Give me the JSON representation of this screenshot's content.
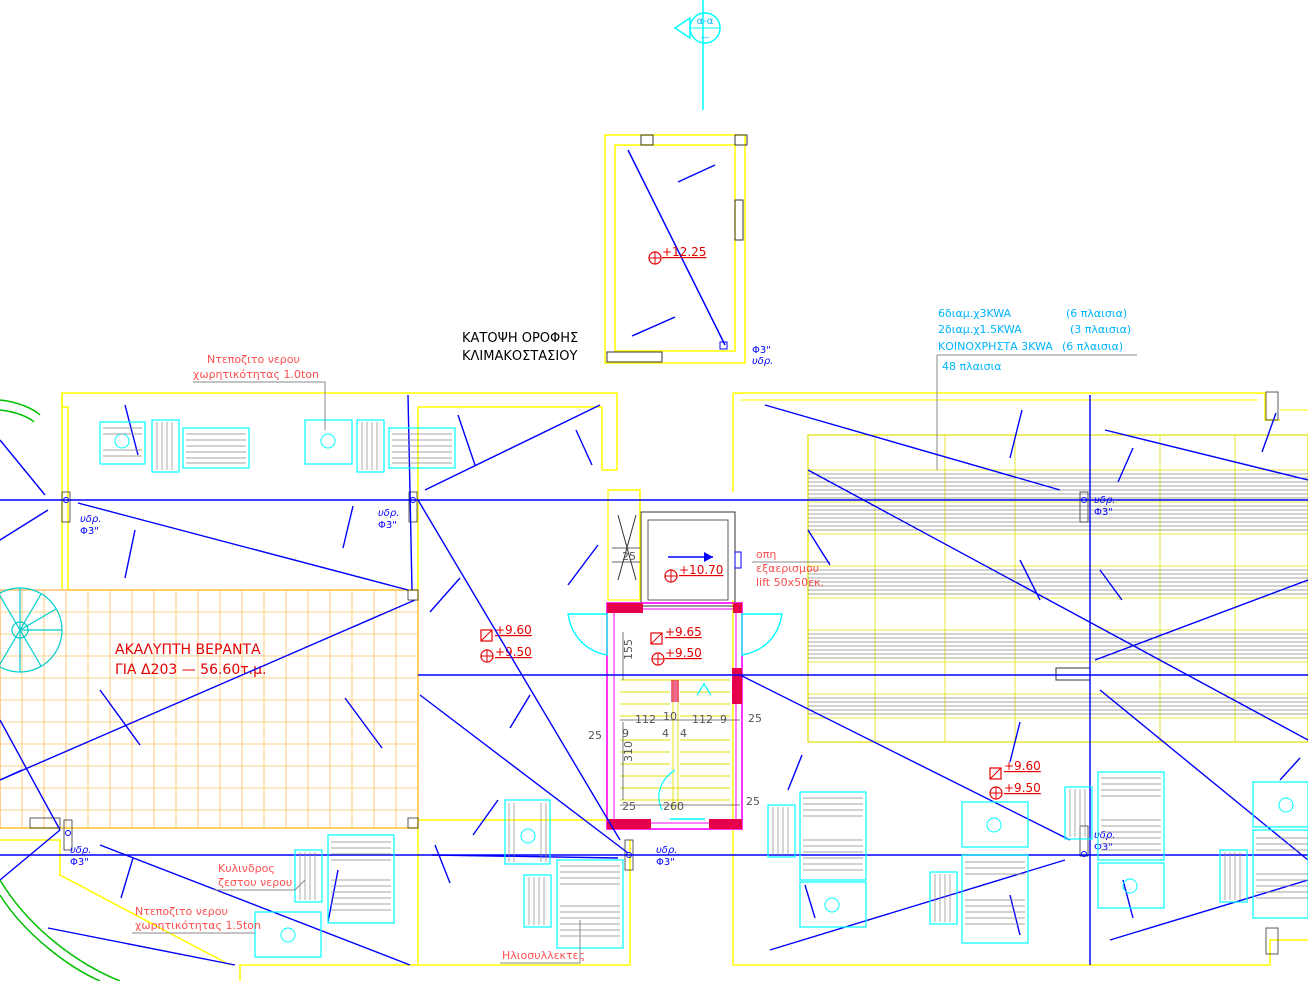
{
  "title": {
    "line1": "ΚΑΤΟΨΗ ΟΡΟΦΗΣ",
    "line2": "ΚΛΙΜΑΚΟΣΤΑΣΙΟΥ"
  },
  "section_marker": {
    "top": "α-α",
    "bottom": "—"
  },
  "veranda": {
    "line1": "ΑΚΑΛΥΠΤΗ ΒΕΡΑΝΤΑ",
    "line2": "ΓΙΑ Δ203  —  56.60τ.μ."
  },
  "solar_note": {
    "line1": "6διαμ.χ3KWA",
    "line1b": "(6  πλαισια)",
    "line2": "2διαμ.χ1.5KWA",
    "line2b": "(3  πλαισια)",
    "line3": "ΚΟΙΝΟΧΡΗΣΤΑ 3KWA",
    "line3b": "(6  πλαισια)",
    "total": "48  πλαισια"
  },
  "tank_top": {
    "line1": "Ντεποζιτο νερου",
    "line2": "χωρητικότητας 1.0ton"
  },
  "tank_bottom": {
    "line1": "Ντεποζιτο νερου",
    "line2": "χωρητικότητας 1.5ton"
  },
  "cylinder": {
    "line1": "Κυλινδρος",
    "line2": "ζεστου νερου"
  },
  "collectors": "Ηλιοσυλλεκτες",
  "lift_note": {
    "line1": "οπη",
    "line2": "εξαερισμου",
    "line3": "lift  50x50εκ."
  },
  "drain": {
    "udr": "υδρ.",
    "phi": "Φ3\""
  },
  "levels": {
    "l1225": "+12.25",
    "l1070": "+10.70",
    "l960": "+9.60",
    "l950": "+9.50",
    "l965": "+9.65"
  },
  "dims": {
    "d25": "25",
    "d155": "155",
    "d112": "112",
    "d10": "10",
    "d4": "4",
    "d9": "9",
    "d310": "310",
    "d260": "260"
  },
  "colors": {
    "wall": "#ffff00",
    "arrow": "#0000ff",
    "panel": "#00ffff",
    "veranda": "#ffc060",
    "lift": "#ff00ff",
    "slab": "#e6004c"
  }
}
